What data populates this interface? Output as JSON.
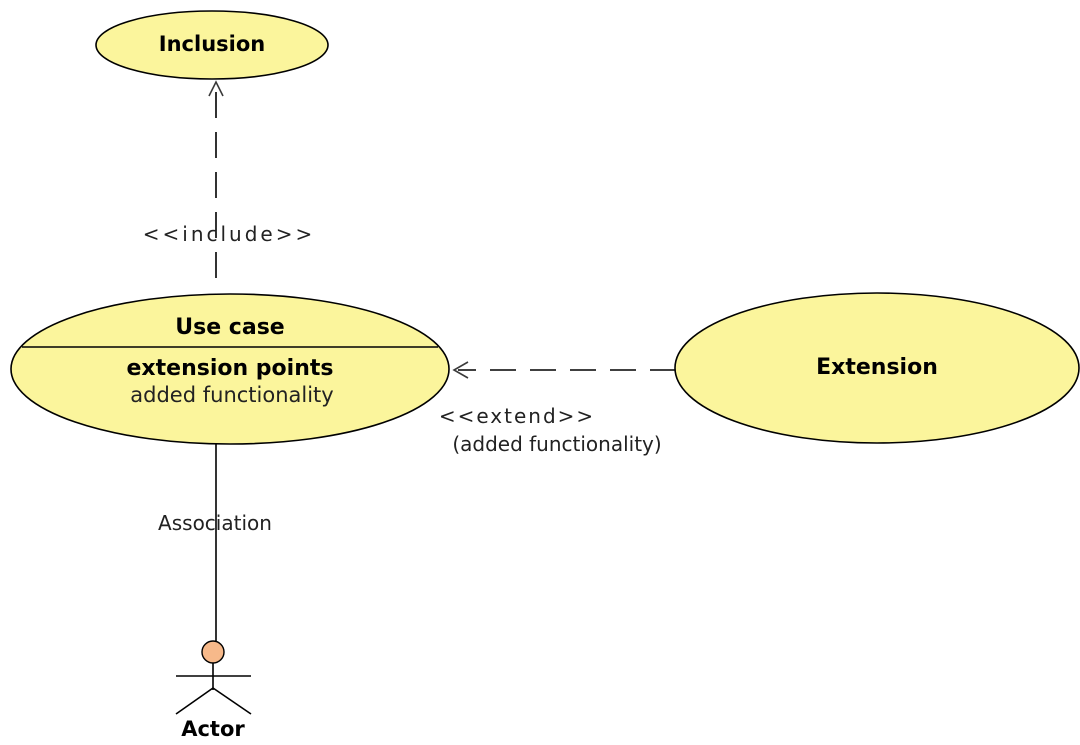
{
  "nodes": {
    "inclusion": {
      "label": "Inclusion"
    },
    "use_case": {
      "label": "Use case",
      "compartment_title": "extension points",
      "compartment_item": "added functionality"
    },
    "extension": {
      "label": "Extension"
    },
    "actor": {
      "label": "Actor"
    }
  },
  "edges": {
    "include": {
      "label": "<<include>>"
    },
    "extend": {
      "label": "<<extend>>",
      "sublabel": "(added functionality)"
    },
    "association": {
      "label": "Association"
    }
  },
  "colors": {
    "use_case_fill": "#fbf59c",
    "actor_head": "#f7b98a",
    "outline": "#000000",
    "arrow": "#3a3a3a"
  }
}
